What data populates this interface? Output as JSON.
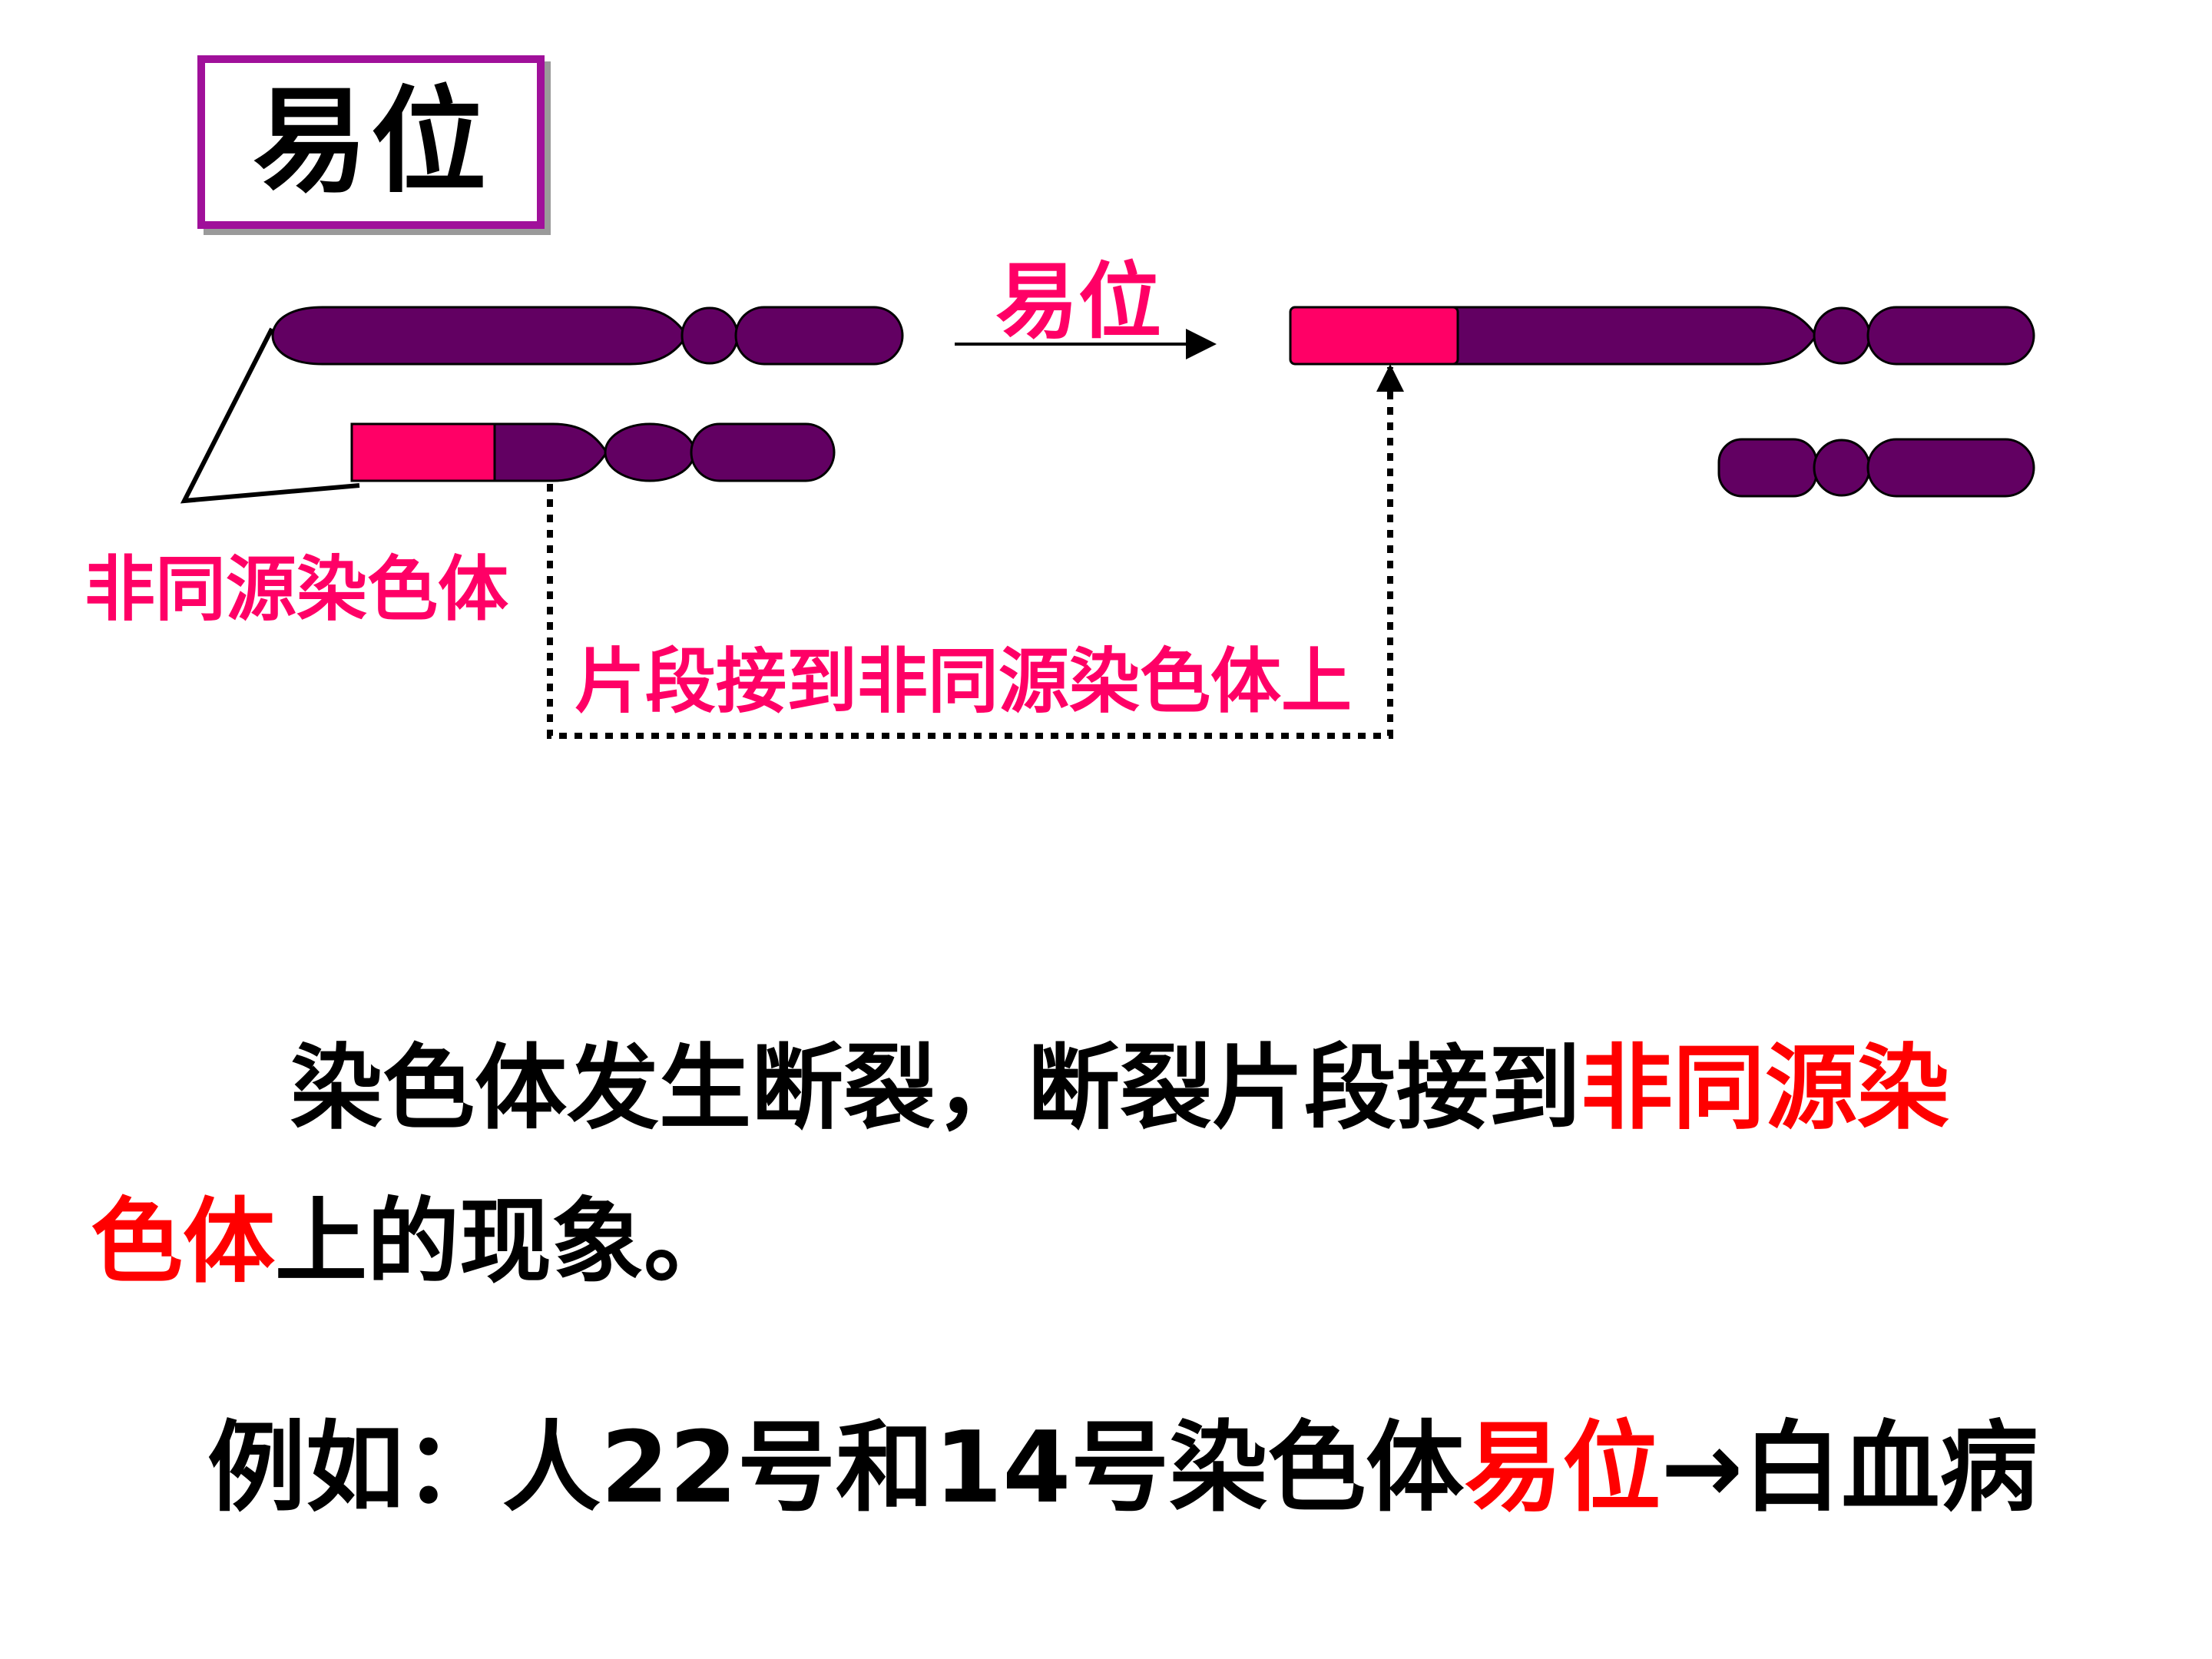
{
  "title": "易位",
  "diagram": {
    "arrow_label": "易位",
    "nonhomologous_label": "非同源染色体",
    "segment_label": "片段接到非同源染色体上",
    "colors": {
      "chromosome": "#620062",
      "segment": "#ff0066",
      "outline": "#000000"
    }
  },
  "paragraph": {
    "line1_prefix": "染色体发生断裂，断裂片段接到",
    "line1_highlight": "非同源染",
    "line2_highlight": "色体",
    "line2_suffix": "上的现象。"
  },
  "example": {
    "prefix": "例如：人22号和14号染色体",
    "highlight": "易位",
    "suffix": "→白血病"
  }
}
